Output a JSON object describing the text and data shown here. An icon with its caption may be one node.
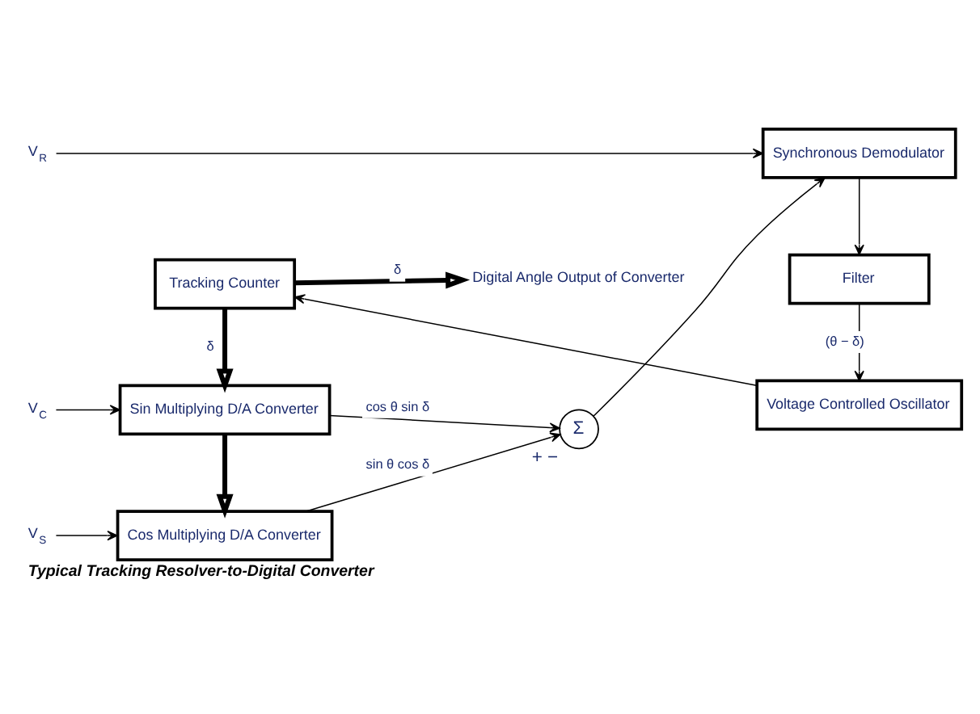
{
  "diagram": {
    "caption": "Typical Tracking Resolver-to-Digital Converter",
    "nodes": [
      {
        "text": [
          "V$_{R}$"
        ]
      },
      {
        "text": [
          "V$_{S}$"
        ]
      },
      {
        "text": [
          "V$_{C}$"
        ]
      },
      {
        "text": [
          "Cos Multiplying D/A Converter"
        ]
      },
      {
        "text": [
          "Sin Multiplying D/A Converter"
        ]
      },
      {
        "text": [
          "Σ"
        ],
        "beside": [
          "+",
          "−"
        ]
      },
      {
        "text": [
          "Synchronous Demodulator"
        ]
      },
      {
        "text": [
          "Filter"
        ]
      },
      {
        "text": [
          "Voltage Controlled Oscillator"
        ]
      },
      {
        "text": [
          "Tracking Counter"
        ]
      },
      {
        "text": [
          "Digital Angle Output of Converter"
        ]
      }
    ],
    "edges": [
      {
        "from": 0,
        "to": 6,
        "arrow": "to"
      },
      {
        "from": 1,
        "to": 3,
        "arrow": "to"
      },
      {
        "from": 2,
        "to": 4,
        "arrow": "to"
      },
      {
        "from": 3,
        "to": 5,
        "arrow": "to",
        "label": "sin θ cos δ"
      },
      {
        "from": 4,
        "to": 5,
        "arrow": "to",
        "label": "cos θ sin δ"
      },
      {
        "from": 5,
        "to": 6,
        "arrow": "to"
      },
      {
        "from": 6,
        "to": 7,
        "arrow": "to"
      },
      {
        "from": 7,
        "to": 8,
        "arrow": "to",
        "label": "(θ − δ)"
      },
      {
        "from": 8,
        "to": 9,
        "arrow": "to"
      },
      {
        "from": 9,
        "to": 4,
        "arrow": "to",
        "label": "δ",
        "style": "thick"
      },
      {
        "from": 4,
        "to": 3,
        "arrow": "to",
        "style": "thick"
      },
      {
        "from": 9,
        "to": 10,
        "arrow": "to",
        "label": "δ",
        "style": "thick"
      }
    ]
  }
}
